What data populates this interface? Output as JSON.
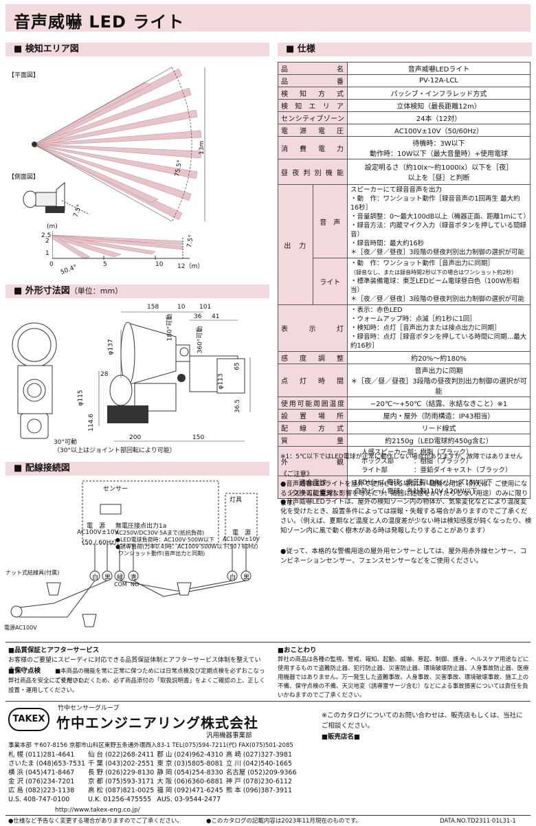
{
  "title": "音声威嚇 LED ライト",
  "sections": {
    "detection": "■ 検知エリア図",
    "outline": "■ 外形寸法図",
    "outline_unit": "（単位：mm）",
    "wiring": "■ 配線接続図",
    "spec": "■ 仕様"
  },
  "detection": {
    "plan_label": "【平面図】",
    "side_label": "【側面図】",
    "dim_13m": "13m",
    "dim_75": "75.5°",
    "side_m": "(m)",
    "side_y1": "2.5",
    "side_y2": "2",
    "side_y3": "1",
    "x0": "0",
    "x5": "5",
    "x10": "10",
    "x12": "12（m）",
    "angle1": "7.5°",
    "angle2": "7.5°",
    "angle3": "50.4°"
  },
  "outline": {
    "d158": "158",
    "d10": "10",
    "d101": "101",
    "d36": "36",
    "d41": "41",
    "d180": "180°可動",
    "d360": "360°可動",
    "d137": "φ137",
    "d65": "65",
    "d28": "28",
    "d113": "φ113",
    "d115": "φ115",
    "d114": "114.6",
    "d365": "36.5",
    "d200": "200",
    "d150": "150",
    "d30": "30°可動",
    "d30note": "（30°以上はジョイント部回転により可能）"
  },
  "wiring": {
    "sensor": "センサー",
    "power": "電　源",
    "power_spec": "AC100V±10V",
    "power_hz": "（50 / 60Hz）",
    "nvc": "無電圧接点出力1a",
    "nvc1": "AC250V/DC30V·5Aまで(抵抗負荷)",
    "nvc2": "●LED電球負荷時：AC100V·500W以下",
    "nvc3": "●誘導負荷(力率0.4)時：AC100V·500W以下",
    "nvc4": "ワンショット動作(音声出力と同期)",
    "lamp": "灯具",
    "lamp_power": "電　源",
    "lamp_spec": "AC100V±10V",
    "lamp_hz": "（50 / 60Hz）",
    "nut": "ナット式結線具(付属)",
    "ac": "電源AC100V",
    "w1": "白",
    "w2": "黒",
    "w3": "緑",
    "w4": "青",
    "com": "COM",
    "no": "NO",
    "w5": "白",
    "w6": "黒"
  },
  "spec": [
    {
      "k": "品名",
      "v": "音声威嚇LEDライト"
    },
    {
      "k": "品番",
      "v": "PV-12A-LCL"
    },
    {
      "k": "検知方式",
      "v": "パッシブ・インフラレッド方式"
    },
    {
      "k": "検知エリア",
      "v": "立体検知（最長距離12m）"
    },
    {
      "k": "センシティブゾーン",
      "v": "24本（12対）"
    },
    {
      "k": "電源電圧",
      "v": "AC100V±10V（50/60Hz）"
    },
    {
      "k": "消費電力",
      "v1": "待機時：3W以下",
      "v2": "動作時：10W以下（最大音量時）+使用電球"
    },
    {
      "k": "昼夜判別機能",
      "v1": "設定明るさ（約10lx〜約1000lx）以下を［夜］",
      "v2": "以上を［昼］と判断"
    }
  ],
  "spec_out": {
    "k": "出　力",
    "audio_k": "音　声",
    "audio": [
      "スピーカーにて録音音声を出力",
      "・動　作：ワンショット動作［録音音声の1回再生  最大約16秒］",
      "・音量調整：0〜最大100dB以上（機器正面、距離1mにて）",
      "・録音方法：内蔵マイク入力（録音ボタンを押している間録音）",
      "・録音時間：最大約16秒",
      "＊［夜／昼／昼夜］3段階の昼夜判別出力制御の選択が可能"
    ],
    "light_k": "ライト",
    "light": [
      "・動　作：ワンショット動作［音声出力に同期］",
      "（録音なし、または録音時間2秒以下の場合はワンショット約2秒）",
      "・標準装備電球：東芝LEDビーム電球昼白色（100W形相当）",
      "＊［夜／昼／昼夜］3段階の昼夜判別出力制御の選択が可能"
    ]
  },
  "spec_ind": {
    "k": "表示灯",
    "lines": [
      "・表示：赤色LED",
      "・ウォームアップ時：点滅［約1秒に1回］",
      "・検知時：点灯［音声出力または接点出力に同期］",
      "・録音時：点灯［録音ボタンを押している時間に同期…最大約16秒］"
    ]
  },
  "spec2": [
    {
      "k": "感度調整",
      "v": "約20%〜約180%"
    },
    {
      "k": "点灯時間",
      "v1": "音声出力に同期",
      "v2": "＊［夜／昼／昼夜］3段階の昼夜判別出力制御の選択が可能"
    },
    {
      "k": "使用可能周囲温度",
      "v": "−20℃〜+50℃（結露、氷結なきこと）※1"
    },
    {
      "k": "設置場所",
      "v": "屋内・屋外（防雨構造：IP43相当）"
    },
    {
      "k": "配線方式",
      "v": "リード線式"
    },
    {
      "k": "質量",
      "v": "約2150g（LED電球約450g含む）"
    },
    {
      "k": "外観",
      "v1": "人感スピーカー部：樹脂（ブラック）",
      "v2": "ボックス部　　　：樹脂（ブラック）",
      "v3": "ライト部　　　　：亜鉛ダイキャスト（ブラック）"
    },
    {
      "k": "適合電球\n（交換可能電球）",
      "v1": "LEDビーム電球：東芝製LDRシリーズ15W以下",
      "v2": "白熱ビーム電球：各社製110V  120W以下"
    }
  ],
  "spec_note": "※1：5℃以下ではLED電球が正常に動作しない場合がありますが、故障ではありません",
  "caution_title": "《ご注意》",
  "cautions": [
    "●音声威嚇LEDライトを屋外で使用される場合は、臨機な用途（例えば、ご使用になるシステムに重大な影響を与えたり、周囲に迷惑をかけたりしない用途）のみに限ります。",
    "●音声威嚇LEDライトは、屋外の検知ゾーン内の物体が、気象変化などにより温度変化を受けたとき、設置条件によっては誤報・失報する場合がありますのでご了承ください。（例えば、夏期など温度と人の温度差が少ない時は検知感度が鈍くなったり、検知ゾーン内に風で動く樹木がある時は発報したりすることがあります）",
    "●従って、本格的な警備用途の屋外用センサーとしては、屋外用赤外線センサー、コンビネーションセンサー、フェンスセンサーなどをご使用ください。"
  ],
  "footer": {
    "warranty_title": "■品質保証とアフターサービス",
    "warranty": "お客様のご要望にスピーディに対応できる品質保証体制とアフターサービス体制を整えています。",
    "maint_title": "■保守点検",
    "maint": "■本商品の機能を常に正常に保つためには日常点検及び定期点検を必ずおこなってください。",
    "maint2": "弊社商品を安全にご使用いただくため、必ず商品添付の「取扱説明書」をよくご確認の上、正しく設置・運用してください。",
    "notice_title": "■おことわり",
    "notice": "弊社の商品は各種の監視、警戒、報知、起動、威嚇、惹起、制御、護身、ヘルスケア用途などに使用するもので盗難防止器、犯行防止器、災害防止器、環境破壊防止器、人身事故防止器、医療用機器ではありません。万一発生した盗難事故、人身事故、災害事故、環境破壊事故、施工上の不備、保守点検の不備、天災地変（誘導雷サージ含む）などによる事故損害については責任を負いかねますのでご了承ください。",
    "group": "竹中センサーグループ",
    "company": "竹中エンジニアリング株式会社",
    "logo": "TAKEX",
    "division": "汎用機器事業部",
    "hq": "事業本部 〒607-8156 京都市山科区東野五条通外環西入83-1 TEL(075)594-7211(代) FAX(075)501-2085",
    "offices": [
      [
        "札 幌 (011)281-4641",
        "仙 台 (022)268-2411",
        "郡 山 (024)962-4310",
        "高 崎 (027)327-3981"
      ],
      [
        "さいたま (048)653-7531",
        "千 葉 (043)202-2551",
        "東 京 (03)5805-8081",
        "立 川 (042)540-1665"
      ],
      [
        "横 浜 (045)471-8467",
        "長 野 (026)229-8130",
        "静 岡 (054)254-8330",
        "名古屋 (052)209-9366"
      ],
      [
        "金 沢 (076)234-7201",
        "京 都 (075)593-3171",
        "大 阪 (06)6360-6881",
        "神 戸 (078)230-6112"
      ],
      [
        "広 島 (082)223-1138",
        "高 松 (087)821-0025",
        "福 岡 (092)471-6245",
        "熊 本 (096)387-3911"
      ],
      [
        "U.S. 408-747-0100",
        "U.K. 01256-475555",
        "AUS. 03-9544-2477",
        ""
      ]
    ],
    "url": "http://www.takex-eng.co.jp/",
    "inquiry": "※このカタログについてのお問い合わせは、販売店もしくは、当社にご相談ください。",
    "dealer": "■販売店名■",
    "bottom1": "●仕様など予告なく変更する場合がありますのでご了承ください。",
    "bottom2": "●このカタログの記載内容は2023年11月現在のものです。",
    "docno": "DATA.NO.TD2311·01L31-1"
  },
  "colors": {
    "band": "#f2d9de",
    "beam": "#d9a3ad",
    "ink": "#111111"
  }
}
